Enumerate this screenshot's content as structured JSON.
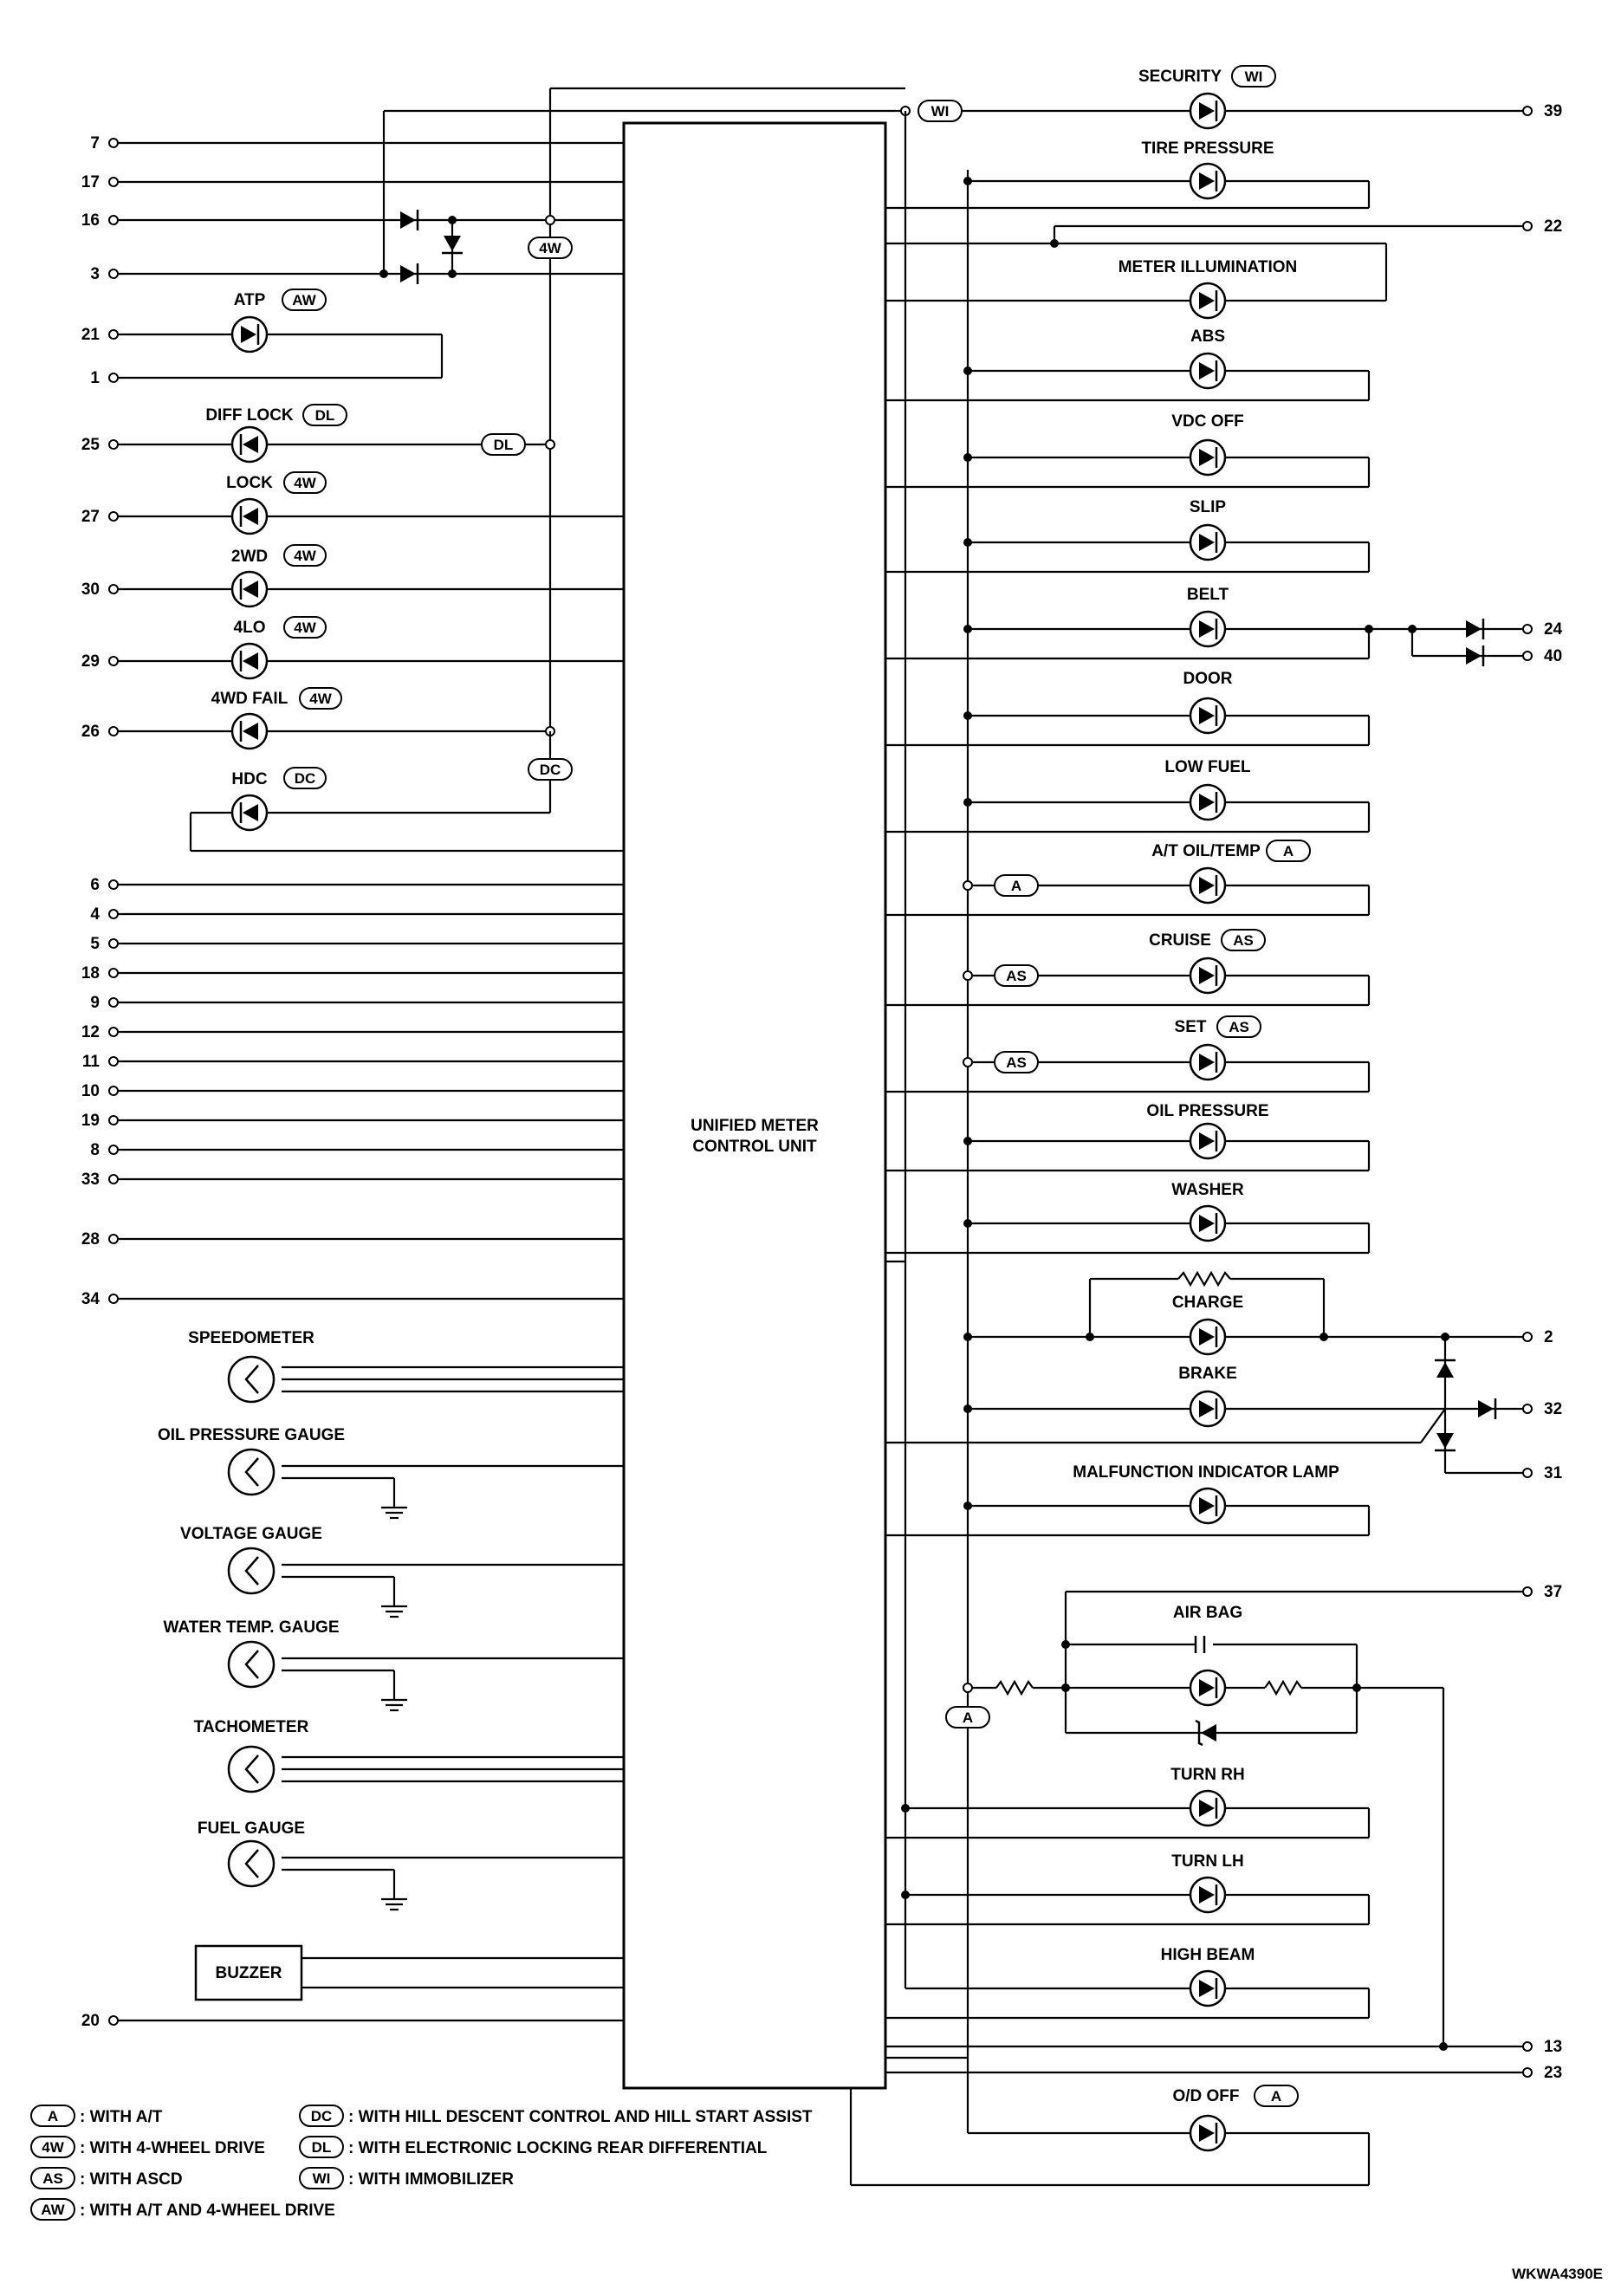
{
  "control_unit": {
    "line1": "UNIFIED METER",
    "line2": "CONTROL UNIT"
  },
  "left_pins": [
    {
      "num": "7"
    },
    {
      "num": "17"
    },
    {
      "num": "16"
    },
    {
      "num": "3"
    },
    {
      "num": "21"
    },
    {
      "num": "1"
    },
    {
      "num": "25"
    },
    {
      "num": "27"
    },
    {
      "num": "30"
    },
    {
      "num": "29"
    },
    {
      "num": "26"
    },
    {
      "num": "6"
    },
    {
      "num": "4"
    },
    {
      "num": "5"
    },
    {
      "num": "18"
    },
    {
      "num": "9"
    },
    {
      "num": "12"
    },
    {
      "num": "11"
    },
    {
      "num": "10"
    },
    {
      "num": "19"
    },
    {
      "num": "8"
    },
    {
      "num": "33"
    },
    {
      "num": "28"
    },
    {
      "num": "34"
    },
    {
      "num": "20"
    }
  ],
  "left_indicators": [
    {
      "label": "ATP",
      "option": "AW"
    },
    {
      "label": "DIFF LOCK",
      "option": "DL"
    },
    {
      "label": "LOCK",
      "option": "4W"
    },
    {
      "label": "2WD",
      "option": "4W"
    },
    {
      "label": "4LO",
      "option": "4W"
    },
    {
      "label": "4WD FAIL",
      "option": "4W"
    },
    {
      "label": "HDC",
      "option": "DC"
    }
  ],
  "inline_options": {
    "wi": "WI",
    "fw": "4W",
    "dl": "DL",
    "dc": "DC",
    "a1": "A",
    "as1": "AS",
    "as2": "AS",
    "a2": "A"
  },
  "gauges": [
    {
      "label": "SPEEDOMETER"
    },
    {
      "label": "OIL PRESSURE GAUGE"
    },
    {
      "label": "VOLTAGE GAUGE"
    },
    {
      "label": "WATER TEMP. GAUGE"
    },
    {
      "label": "TACHOMETER"
    },
    {
      "label": "FUEL GAUGE"
    }
  ],
  "buzzer": "BUZZER",
  "right_indicators": [
    {
      "label": "SECURITY",
      "option": "WI"
    },
    {
      "label": "TIRE PRESSURE",
      "option": ""
    },
    {
      "label": "METER ILLUMINATION",
      "option": ""
    },
    {
      "label": "ABS",
      "option": ""
    },
    {
      "label": "VDC OFF",
      "option": ""
    },
    {
      "label": "SLIP",
      "option": ""
    },
    {
      "label": "BELT",
      "option": ""
    },
    {
      "label": "DOOR",
      "option": ""
    },
    {
      "label": "LOW FUEL",
      "option": ""
    },
    {
      "label": "A/T OIL/TEMP",
      "option": "A"
    },
    {
      "label": "CRUISE",
      "option": "AS"
    },
    {
      "label": "SET",
      "option": "AS"
    },
    {
      "label": "OIL PRESSURE",
      "option": ""
    },
    {
      "label": "WASHER",
      "option": ""
    },
    {
      "label": "CHARGE",
      "option": ""
    },
    {
      "label": "BRAKE",
      "option": ""
    },
    {
      "label": "MALFUNCTION INDICATOR LAMP",
      "option": ""
    },
    {
      "label": "AIR BAG",
      "option": ""
    },
    {
      "label": "TURN RH",
      "option": ""
    },
    {
      "label": "TURN LH",
      "option": ""
    },
    {
      "label": "HIGH BEAM",
      "option": ""
    },
    {
      "label": "O/D OFF",
      "option": "A"
    }
  ],
  "right_pins": [
    {
      "num": "39"
    },
    {
      "num": "22"
    },
    {
      "num": "24"
    },
    {
      "num": "40"
    },
    {
      "num": "2"
    },
    {
      "num": "32"
    },
    {
      "num": "31"
    },
    {
      "num": "37"
    },
    {
      "num": "13"
    },
    {
      "num": "23"
    }
  ],
  "legend": [
    {
      "code": "A",
      "text": ": WITH A/T"
    },
    {
      "code": "4W",
      "text": ": WITH 4-WHEEL DRIVE"
    },
    {
      "code": "AS",
      "text": ": WITH ASCD"
    },
    {
      "code": "AW",
      "text": ": WITH A/T AND 4-WHEEL DRIVE"
    },
    {
      "code": "DC",
      "text": ": WITH HILL DESCENT CONTROL AND HILL START ASSIST"
    },
    {
      "code": "DL",
      "text": ": WITH ELECTRONIC LOCKING REAR DIFFERENTIAL"
    },
    {
      "code": "WI",
      "text": ": WITH IMMOBILIZER"
    }
  ],
  "figure_id": "WKWA4390E"
}
